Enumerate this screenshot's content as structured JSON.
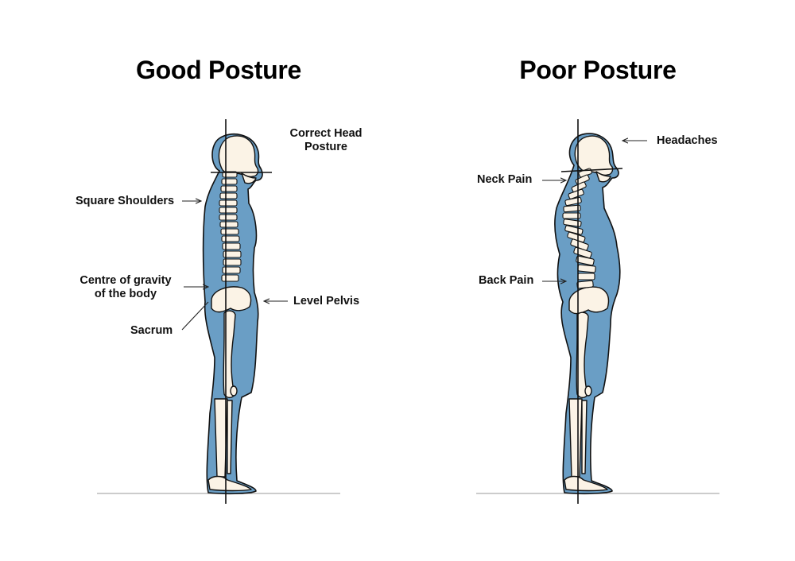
{
  "good": {
    "title": "Good Posture",
    "labels": {
      "head_line1": "Correct Head",
      "head_line2": "Posture",
      "shoulders": "Square Shoulders",
      "gravity_line1": "Centre of gravity",
      "gravity_line2": "of the body",
      "pelvis": "Level Pelvis",
      "sacrum": "Sacrum"
    }
  },
  "poor": {
    "title": "Poor Posture",
    "labels": {
      "headaches": "Headaches",
      "neck": "Neck Pain",
      "back": "Back Pain"
    }
  },
  "colors": {
    "body": "#6a9ec5",
    "bone": "#fbf3e6",
    "outline": "#111111"
  }
}
